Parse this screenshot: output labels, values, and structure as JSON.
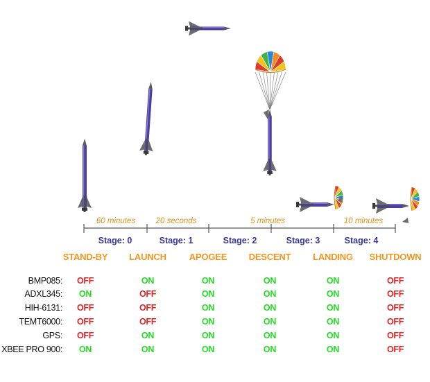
{
  "durations": [
    "60 minutes",
    "20 seconds",
    "5 minutes",
    "10 minutes"
  ],
  "stages": [
    "Stage: 0",
    "Stage: 1",
    "Stage: 2",
    "Stage: 3",
    "Stage: 4"
  ],
  "phases": [
    "STAND-BY",
    "LAUNCH",
    "APOGEE",
    "DESCENT",
    "LANDING",
    "SHUTDOWN"
  ],
  "sensors": [
    {
      "name": "BMP085:",
      "states": [
        "OFF",
        "ON",
        "ON",
        "ON",
        "ON",
        "OFF"
      ]
    },
    {
      "name": "ADXL345:",
      "states": [
        "ON",
        "OFF",
        "ON",
        "ON",
        "ON",
        "OFF"
      ]
    },
    {
      "name": "HIH-6131:",
      "states": [
        "OFF",
        "OFF",
        "ON",
        "ON",
        "ON",
        "OFF"
      ]
    },
    {
      "name": "TEMT6000:",
      "states": [
        "OFF",
        "OFF",
        "ON",
        "ON",
        "ON",
        "OFF"
      ]
    },
    {
      "name": "GPS:",
      "states": [
        "OFF",
        "ON",
        "ON",
        "ON",
        "ON",
        "OFF"
      ]
    },
    {
      "name": "XBEE PRO 900:",
      "states": [
        "ON",
        "ON",
        "ON",
        "ON",
        "ON",
        "OFF"
      ]
    }
  ],
  "colors": {
    "rocket_body": "#4a3fa0",
    "rocket_fin": "#6c6c6c",
    "duration_text": "#e0901a",
    "stage_text": "#35359a",
    "phase_text": "#f0961e",
    "on": "#22dd22",
    "off": "#e22424",
    "parachute": [
      "#e23a2a",
      "#f6c31b",
      "#3fb34a",
      "#2a8ad6",
      "#f58a1f"
    ]
  }
}
